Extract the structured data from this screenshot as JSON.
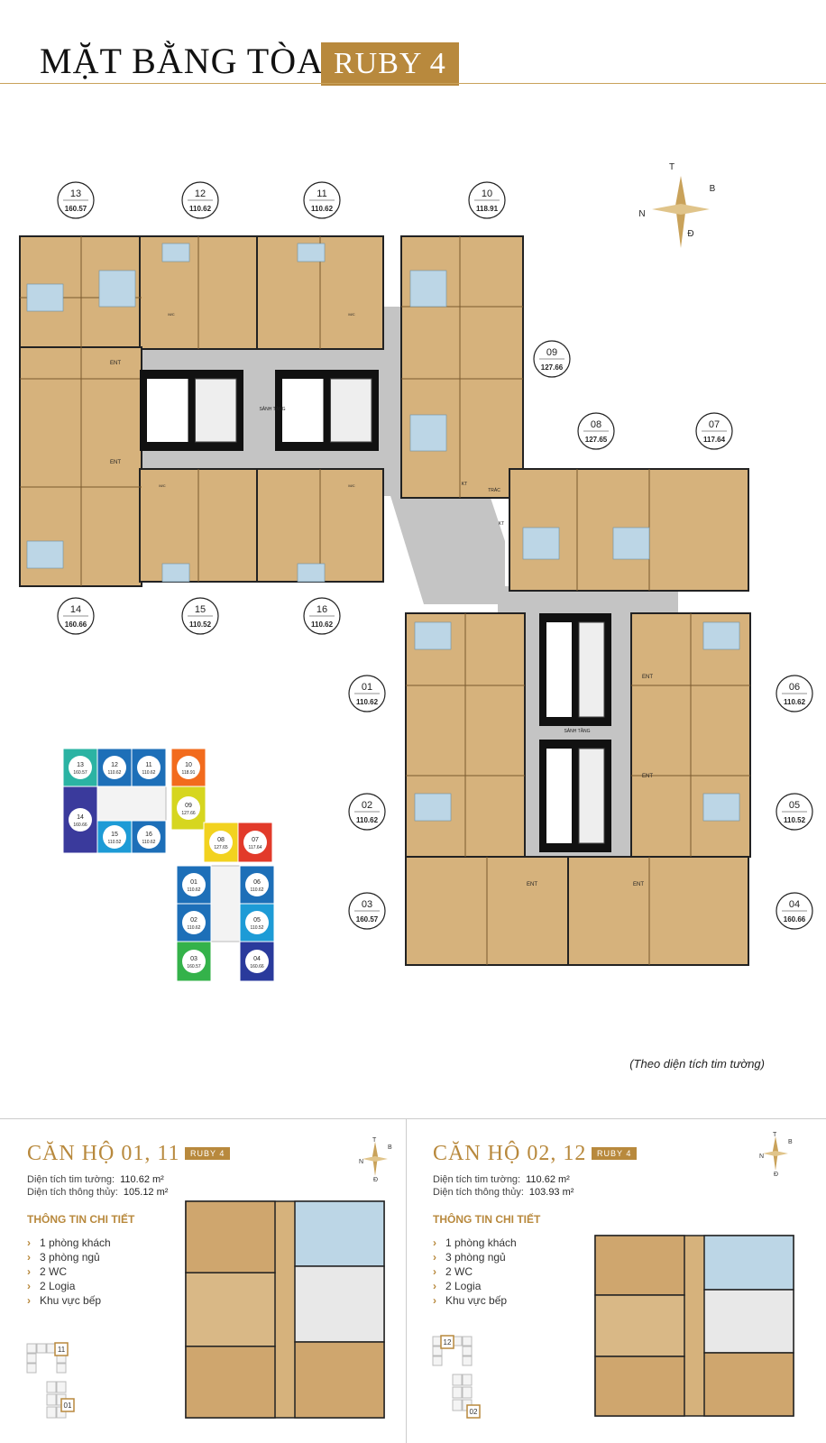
{
  "header": {
    "title": "MẶT BẰNG TÒA",
    "badge": "RUBY 4"
  },
  "compass": {
    "t": "T",
    "b": "B",
    "n": "N",
    "d": "Đ"
  },
  "units": [
    {
      "code": "13",
      "area": "160.57"
    },
    {
      "code": "12",
      "area": "110.62"
    },
    {
      "code": "11",
      "area": "110.62"
    },
    {
      "code": "10",
      "area": "118.91"
    },
    {
      "code": "09",
      "area": "127.66"
    },
    {
      "code": "08",
      "area": "127.65"
    },
    {
      "code": "07",
      "area": "117.64"
    },
    {
      "code": "14",
      "area": "160.66"
    },
    {
      "code": "15",
      "area": "110.52"
    },
    {
      "code": "16",
      "area": "110.62"
    },
    {
      "code": "01",
      "area": "110.62"
    },
    {
      "code": "06",
      "area": "110.62"
    },
    {
      "code": "02",
      "area": "110.62"
    },
    {
      "code": "05",
      "area": "110.52"
    },
    {
      "code": "03",
      "area": "160.57"
    },
    {
      "code": "04",
      "area": "160.66"
    }
  ],
  "plan_labels": {
    "ent": "ENT",
    "sanh_tang": "SẢNH TẦNG",
    "kt": "KT",
    "trac": "TRÁC",
    "mc": "M/C"
  },
  "key_colors": {
    "13": "#2bb3a3",
    "12": "#1d6fb8",
    "11": "#1d6fb8",
    "10": "#f26b1d",
    "09": "#d6d61f",
    "08": "#f2d21f",
    "07": "#e23a2a",
    "14": "#3a3a9c",
    "15": "#1d9bd6",
    "16": "#1d6fb8",
    "01": "#1d6fb8",
    "06": "#1d6fb8",
    "02": "#1d6fb8",
    "05": "#1d9bd6",
    "03": "#34b24a",
    "04": "#2a3a9c"
  },
  "note": "(Theo diện tích tim tường)",
  "apartments": [
    {
      "title": "CĂN HỘ 01, 11",
      "badge": "RUBY 4",
      "area_wall_label": "Diện tích tim tường:",
      "area_wall": "110.62 m²",
      "area_clear_label": "Diện tích thông thủy:",
      "area_clear": "105.12 m²",
      "detail_head": "THÔNG TIN CHI TIẾT",
      "details": [
        "1 phòng khách",
        "3 phòng ngủ",
        "2 WC",
        "2 Logia",
        "Khu vực bếp"
      ],
      "key_codes": [
        "11",
        "01"
      ]
    },
    {
      "title": "CĂN HỘ 02, 12",
      "badge": "RUBY 4",
      "area_wall_label": "Diện tích tim tường:",
      "area_wall": "110.62 m²",
      "area_clear_label": "Diện tích thông thủy:",
      "area_clear": "103.93 m²",
      "detail_head": "THÔNG TIN CHI TIẾT",
      "details": [
        "1 phòng khách",
        "3 phòng ngủ",
        "2 WC",
        "2 Logia",
        "Khu vực bếp"
      ],
      "key_codes": [
        "12",
        "02"
      ]
    }
  ]
}
